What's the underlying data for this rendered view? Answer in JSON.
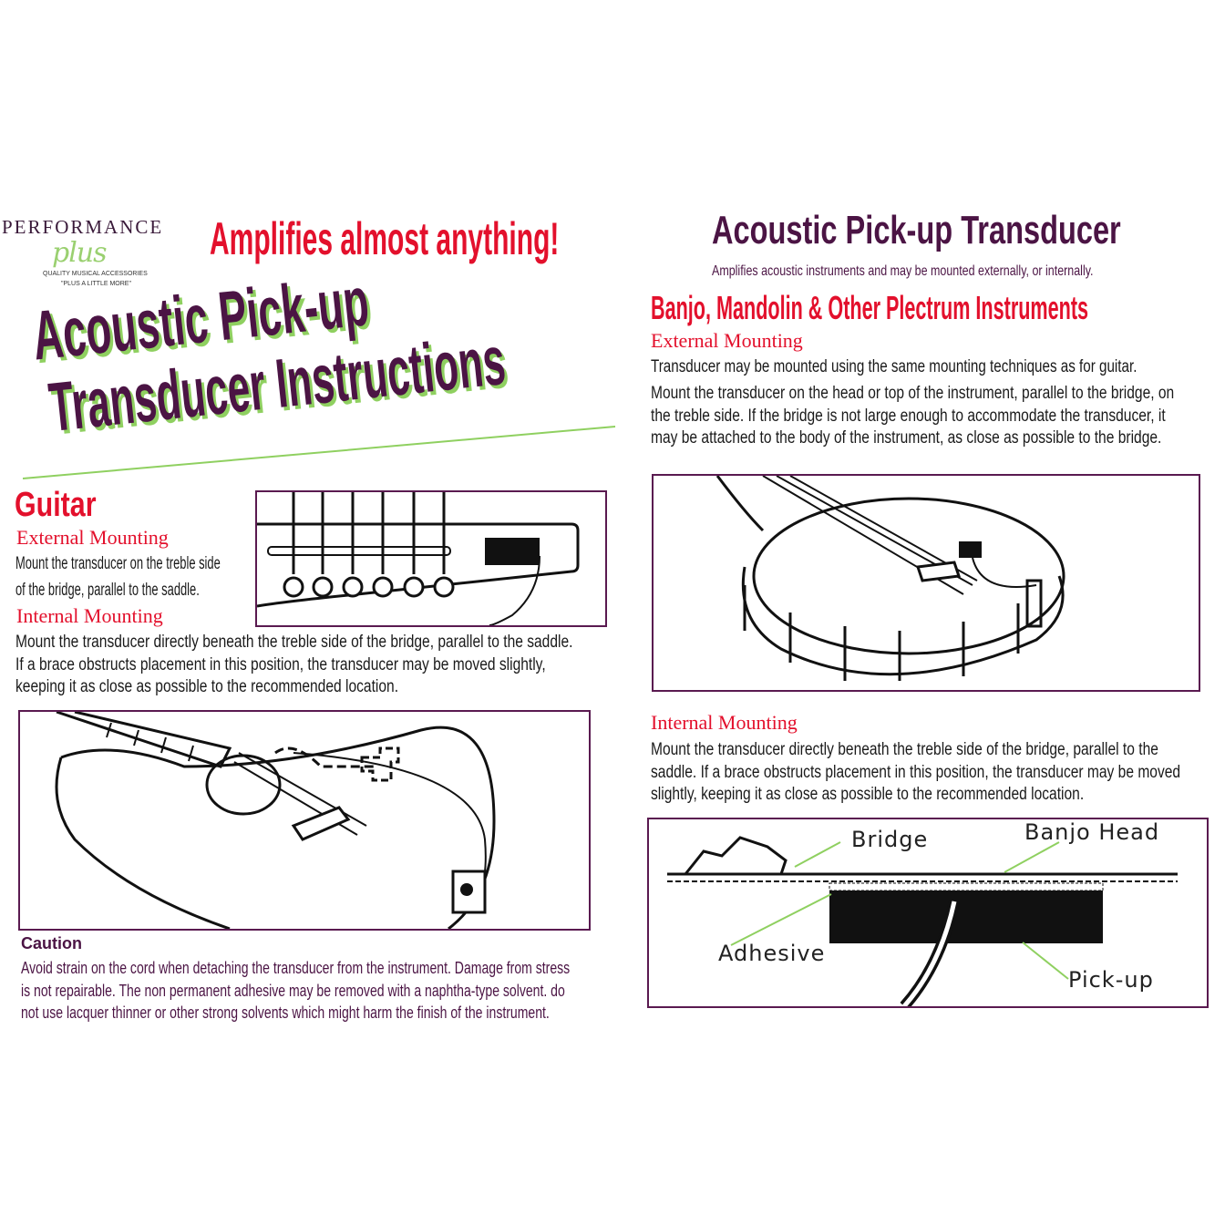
{
  "logo": {
    "brand": "PERFORMANCE",
    "script": "plus",
    "tagline_1": "QUALITY MUSICAL ACCESSORIES",
    "tagline_2": "\"PLUS A LITTLE MORE\""
  },
  "headline": "Amplifies almost anything!",
  "main_title": {
    "line1": "Acoustic Pick-up",
    "line2": "Transducer Instructions"
  },
  "guitar": {
    "heading": "Guitar",
    "external_heading": "External Mounting",
    "external_text_1": "Mount the transducer on the  treble side",
    "external_text_2": "of the bridge, parallel to the saddle.",
    "internal_heading": "Internal Mounting",
    "internal_text": "Mount the transducer directly beneath the treble side of the bridge, parallel to the saddle. If a brace obstructs placement in this position, the transducer may be moved slightly, keeping it as close as possible to the recommended location."
  },
  "caution": {
    "heading": "Caution",
    "text": "Avoid strain on the cord when detaching the transducer from the instrument. Damage from stress is not repairable. The  non permanent adhesive may be removed with a naphtha-type solvent. do not use lacquer thinner or other strong solvents which might harm the finish of the instrument."
  },
  "right": {
    "title": "Acoustic Pick-up Transducer",
    "subtitle": "Amplifies acoustic instruments and may be mounted externally, or internally.",
    "banjo_heading": "Banjo, Mandolin & Other Plectrum Instruments",
    "external_heading": "External Mounting",
    "external_text_1": "Transducer may be mounted using the same mounting techniques as for guitar.",
    "external_text_2": "Mount the transducer on the head or top of the instrument, parallel to the bridge, on the treble side.  If the bridge is not large enough to accommodate the transducer, it may be attached to the body of the instrument, as close as possible to the bridge.",
    "internal_heading": "Internal Mounting",
    "internal_text": "Mount the transducer directly beneath the treble side of the bridge, parallel to the saddle. If a brace obstructs placement in this position, the transducer may be moved slightly, keeping it as close as possible to the recommended location."
  },
  "diagram_labels": {
    "bridge": "Bridge",
    "banjo_head": "Banjo Head",
    "adhesive": "Adhesive",
    "pickup": "Pick-up"
  },
  "colors": {
    "purple": "#4b1444",
    "red": "#e3102c",
    "green": "#8fd060"
  }
}
